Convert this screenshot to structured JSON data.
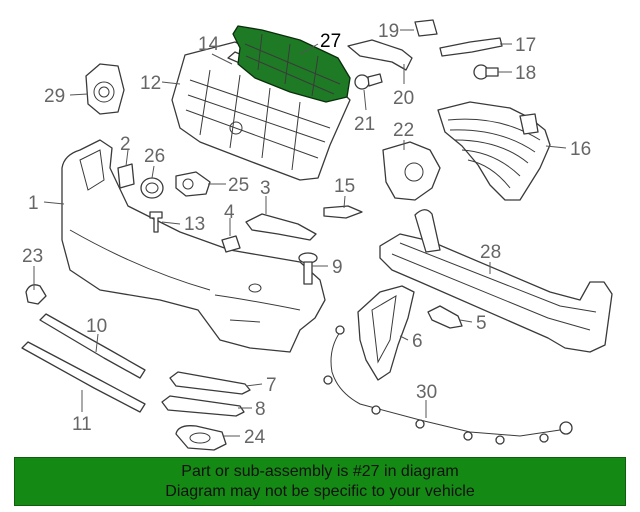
{
  "diagram": {
    "highlighted_part": "27",
    "highlight_color": "#1f7a26",
    "callouts": {
      "c1": "1",
      "c2": "2",
      "c3": "3",
      "c4": "4",
      "c5": "5",
      "c6": "6",
      "c7": "7",
      "c8": "8",
      "c9": "9",
      "c10": "10",
      "c11": "11",
      "c12": "12",
      "c13": "13",
      "c14": "14",
      "c15": "15",
      "c16": "16",
      "c17": "17",
      "c18": "18",
      "c19": "19",
      "c20": "20",
      "c21": "21",
      "c22": "22",
      "c23": "23",
      "c24": "24",
      "c25": "25",
      "c26": "26",
      "c27": "27",
      "c28": "28",
      "c29": "29",
      "c30": "30"
    }
  },
  "banner": {
    "line1": "Part or sub-assembly is #27 in diagram",
    "line2": "Diagram may not be specific to your vehicle",
    "background": "#148a14"
  }
}
